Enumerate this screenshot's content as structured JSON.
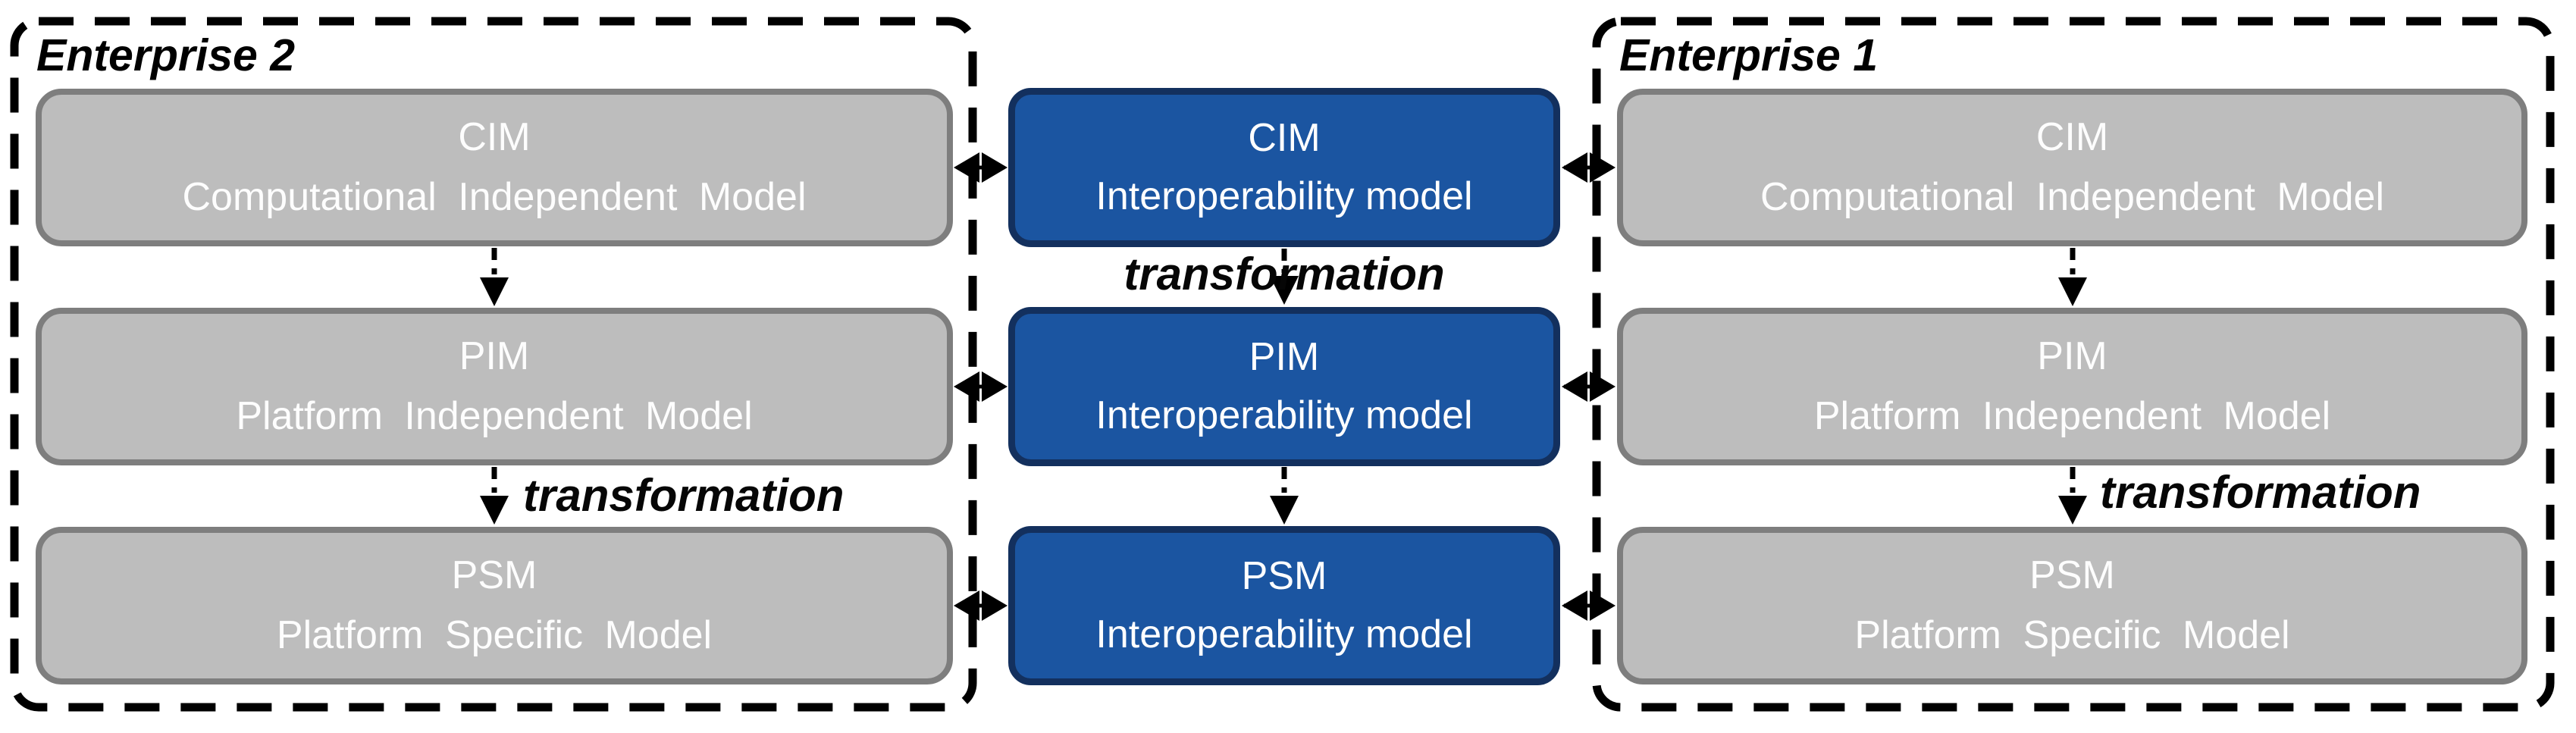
{
  "diagram": {
    "enterprise2": {
      "label": "Enterprise 2",
      "boxes": [
        {
          "acronym": "CIM",
          "full_name": "Computational Independent Model"
        },
        {
          "acronym": "PIM",
          "full_name": "Platform Independent Model"
        },
        {
          "acronym": "PSM",
          "full_name": "Platform Specific Model"
        }
      ],
      "transformation_label": "transformation"
    },
    "interoperability": {
      "boxes": [
        {
          "acronym": "CIM",
          "full_name": "Interoperability model"
        },
        {
          "acronym": "PIM",
          "full_name": "Interoperability model"
        },
        {
          "acronym": "PSM",
          "full_name": "Interoperability model"
        }
      ],
      "transformation_label": "transformation"
    },
    "enterprise1": {
      "label": "Enterprise 1",
      "boxes": [
        {
          "acronym": "CIM",
          "full_name": "Computational Independent Model"
        },
        {
          "acronym": "PIM",
          "full_name": "Platform Independent Model"
        },
        {
          "acronym": "PSM",
          "full_name": "Platform Specific Model"
        }
      ],
      "transformation_label": "transformation"
    },
    "colors": {
      "interop_box_fill": "#1b55a1",
      "interop_box_border": "#13305e",
      "model_box_fill": "#bdbdbd",
      "model_box_border": "#7e7e7e",
      "enterprise_dashed_border": "#000000",
      "arrow": "#000000",
      "box_text": "#ffffff",
      "label_text": "#000000"
    }
  }
}
